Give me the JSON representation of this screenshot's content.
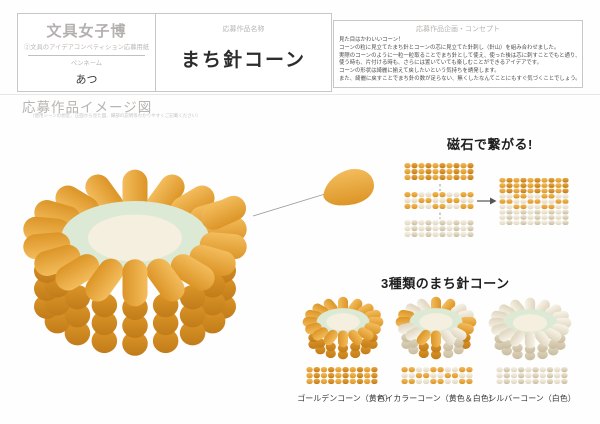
{
  "header": {
    "logo_title": "文具女子博",
    "logo_subtitle": "②文具のアイデアコンペティション応募用紙",
    "penname_label": "ペンネーム",
    "penname_value": "あつ",
    "work_name_label": "応募作品名称",
    "work_name": "まち針コーン",
    "concept_label": "応募作品企画・コンセプト",
    "concept_lines": [
      "見た目はかわいいコーン！",
      "コーンの粒に見立てたまち針とコーンの芯に見立てた針刺し（針山）を組み合わせました。",
      "実際のコーンのように一粒一粒取ることでまち針として使え、使った後は芯に刺すことでもと通り、",
      "使う時も、片付ける時も、さらには置いていても楽しむことができるアイデアです。",
      "コーンの形状は綺麗に揃えて戻したいという気持ちを誘発します。",
      "また、綺麗に戻すことでまち針の数が足らない、無くしたなんてことにもすぐ気づくことでしょう。"
    ]
  },
  "image_section": {
    "title": "応募作品イメージ図",
    "subtitle": "（使用シーンの想定、正面から見た図、細部の説明等わかりやすくご記載ください）"
  },
  "magnet_section": {
    "title": "磁石で繋がる!"
  },
  "types_section": {
    "title": "3種類のまち針コーン",
    "items": [
      {
        "label": "ゴールデンコーン（黄色）",
        "scheme": "gold"
      },
      {
        "label": "バイカラーコーン（黄色＆白色）",
        "scheme": "bicolor"
      },
      {
        "label": "シルバーコーン（白色）",
        "scheme": "silver"
      }
    ]
  },
  "icons": {
    "arrow_right": "→"
  },
  "colors": {
    "kernel_yellow_light": "#F3BC5C",
    "kernel_yellow": "#EBA73C",
    "kernel_yellow_dark": "#DC9527",
    "kernel_yellow_deep": "#C17C1A",
    "kernel_white_light": "#F7F3E8",
    "kernel_white": "#EFE9D8",
    "kernel_white_dark": "#DFD5BE",
    "kernel_white_deep": "#C9BC9E",
    "ring_mint": "#DBE9D5",
    "center_cream": "#F4EFDF",
    "border_gray": "#c9c7c5",
    "needle_gray": "#9a9a9a",
    "heading_dark": "#1e1e1e"
  }
}
